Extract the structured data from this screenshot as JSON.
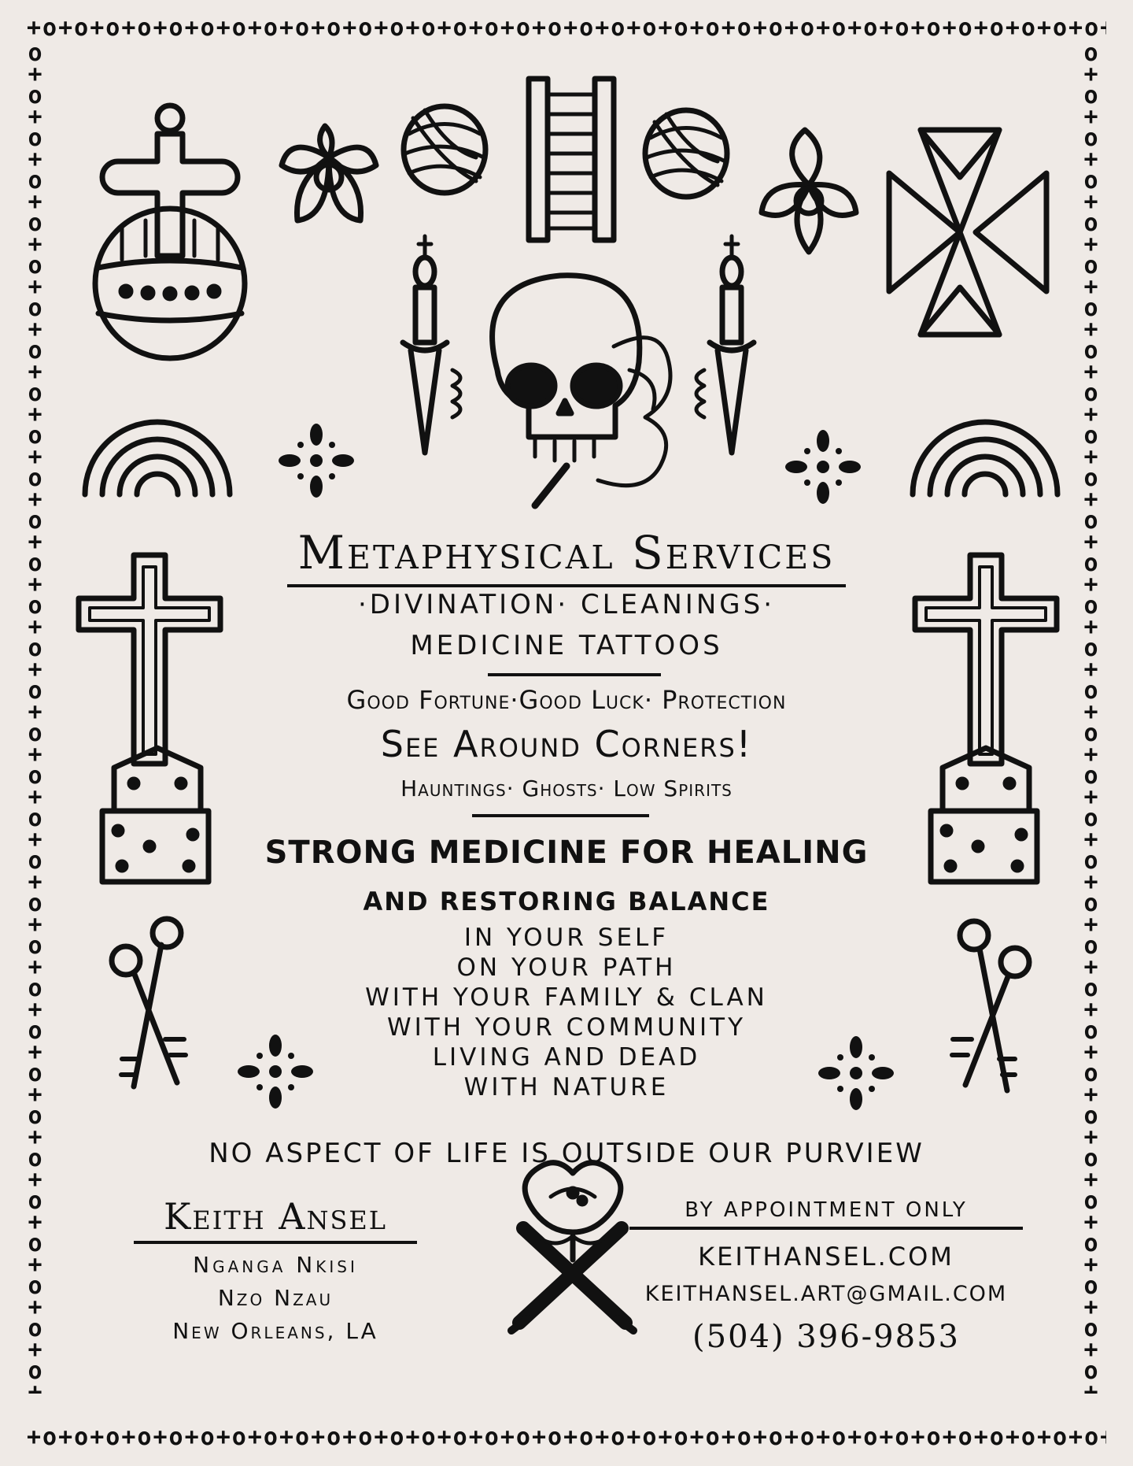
{
  "border": {
    "top": "+o+o+o+o+o+o+o+o+o+o+o+o+o+o+o+o+o+o+o+o+o+o+o+o+o+o+o+o+o+o+o+o+o+o+o+o+o+o+o+o",
    "bottom": "+o+o+o+o+o+o+o+o+o+o+o+o+o+o+o+o+o+o+o+o+o+o+o+o+o+o+o+o+o+o+o+o+o+o+o+o+o+o+o+o",
    "left": "o+o+o+o+o+o+o+o+o+o+o+o+o+o+o+o+o+o+o+o+o+o+o+o+o+o+o+o+o+o+o+o+o+o+o+o+o+o+o+o+o+o+o+o+o+o+o+o+o+o+o+o+o",
    "right": "o+o+o+o+o+o+o+o+o+o+o+o+o+o+o+o+o+o+o+o+o+o+o+o+o+o+o+o+o+o+o+o+o+o+o+o+o+o+o+o+o+o+o+o+o+o+o+o+o+o+o+o+o"
  },
  "headline": "Metaphysical Services",
  "services_line1": "·DIVINATION· CLEANINGS·",
  "services_line2": "MEDICINE TATTOOS",
  "fortune_line": "Good Fortune·Good Luck· Protection",
  "corners_line": "See Around Corners!",
  "spirits_line": "Hauntings· Ghosts· Low Spirits",
  "healing_line": "STRONG MEDICINE FOR HEALING",
  "balance_line": "AND RESTORING BALANCE",
  "areas": [
    "IN YOUR SELF",
    "ON YOUR PATH",
    "WITH YOUR FAMILY & CLAN",
    "WITH YOUR COMMUNITY",
    "LIVING AND DEAD",
    "WITH NATURE"
  ],
  "purview_line": "NO ASPECT OF LIFE IS OUTSIDE OUR PURVIEW",
  "practitioner": {
    "name": "Keith Ansel",
    "title": "Nganga Nkisi",
    "house": "Nzo Nzau",
    "location": "New Orleans, LA"
  },
  "contact": {
    "appointment": "BY APPOINTMENT ONLY",
    "website": "KEITHANSEL.COM",
    "email": "KEITHANSEL.ART@GMAIL.COM",
    "phone": "(504) 396-9853"
  },
  "icons": [
    "orb-cross-icon",
    "flower-icon",
    "yarn-ball-icon",
    "ladder-icon",
    "smoking-skull-icon",
    "dagger-icon",
    "veve-cross-icon",
    "rainbow-icon",
    "sparkle-icon",
    "grave-cross-icon",
    "crossed-keys-icon",
    "flower-machetes-icon"
  ],
  "colors": {
    "ink": "#111111",
    "paper": "#efeae6"
  }
}
